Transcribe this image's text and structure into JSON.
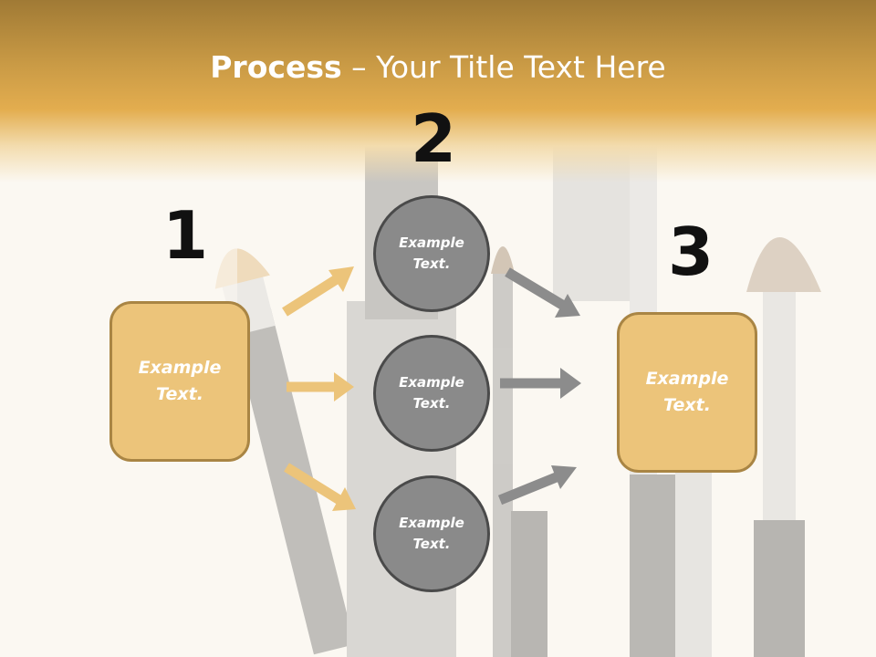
{
  "title": {
    "bold": "Process",
    "rest": " – Your Title Text Here"
  },
  "steps": [
    {
      "number": "1",
      "text": "Example\nText."
    },
    {
      "number": "2"
    },
    {
      "number": "3",
      "text": "Example\nText."
    }
  ],
  "circles": [
    {
      "text": "Example\nText."
    },
    {
      "text": "Example\nText."
    },
    {
      "text": "Example\nText."
    }
  ],
  "colors": {
    "header": "#e3ad4f",
    "box_fill": "#ecc47a",
    "box_border": "#a98544",
    "circle_fill": "#8a8a8a",
    "circle_border": "#4a4a4a",
    "arrow_gold": "#ecc47a",
    "arrow_gray": "#8c8c8c"
  }
}
